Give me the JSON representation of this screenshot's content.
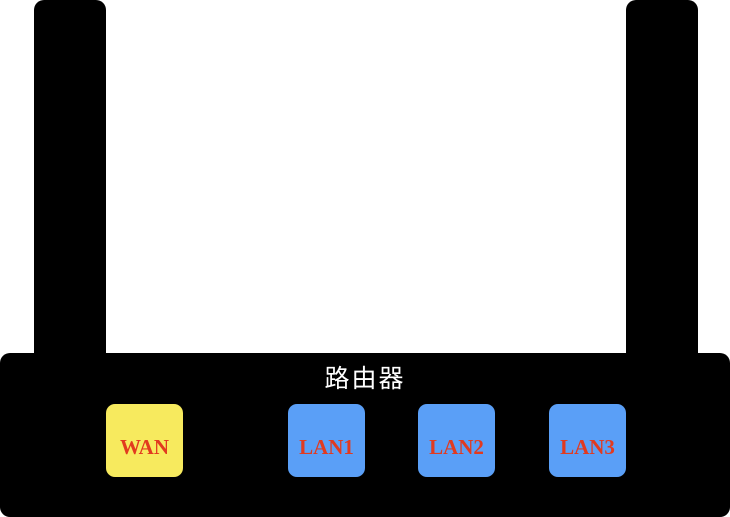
{
  "router": {
    "label": "路由器",
    "colors": {
      "body": "#000000",
      "label_text": "#ffffff"
    }
  },
  "ports": [
    {
      "id": "wan",
      "label": "WAN",
      "color": "#f7ea5e",
      "text_color": "#e23a1f"
    },
    {
      "id": "lan1",
      "label": "LAN1",
      "color": "#5a9ff7",
      "text_color": "#e23a1f"
    },
    {
      "id": "lan2",
      "label": "LAN2",
      "color": "#5a9ff7",
      "text_color": "#e23a1f"
    },
    {
      "id": "lan3",
      "label": "LAN3",
      "color": "#5a9ff7",
      "text_color": "#e23a1f"
    }
  ]
}
